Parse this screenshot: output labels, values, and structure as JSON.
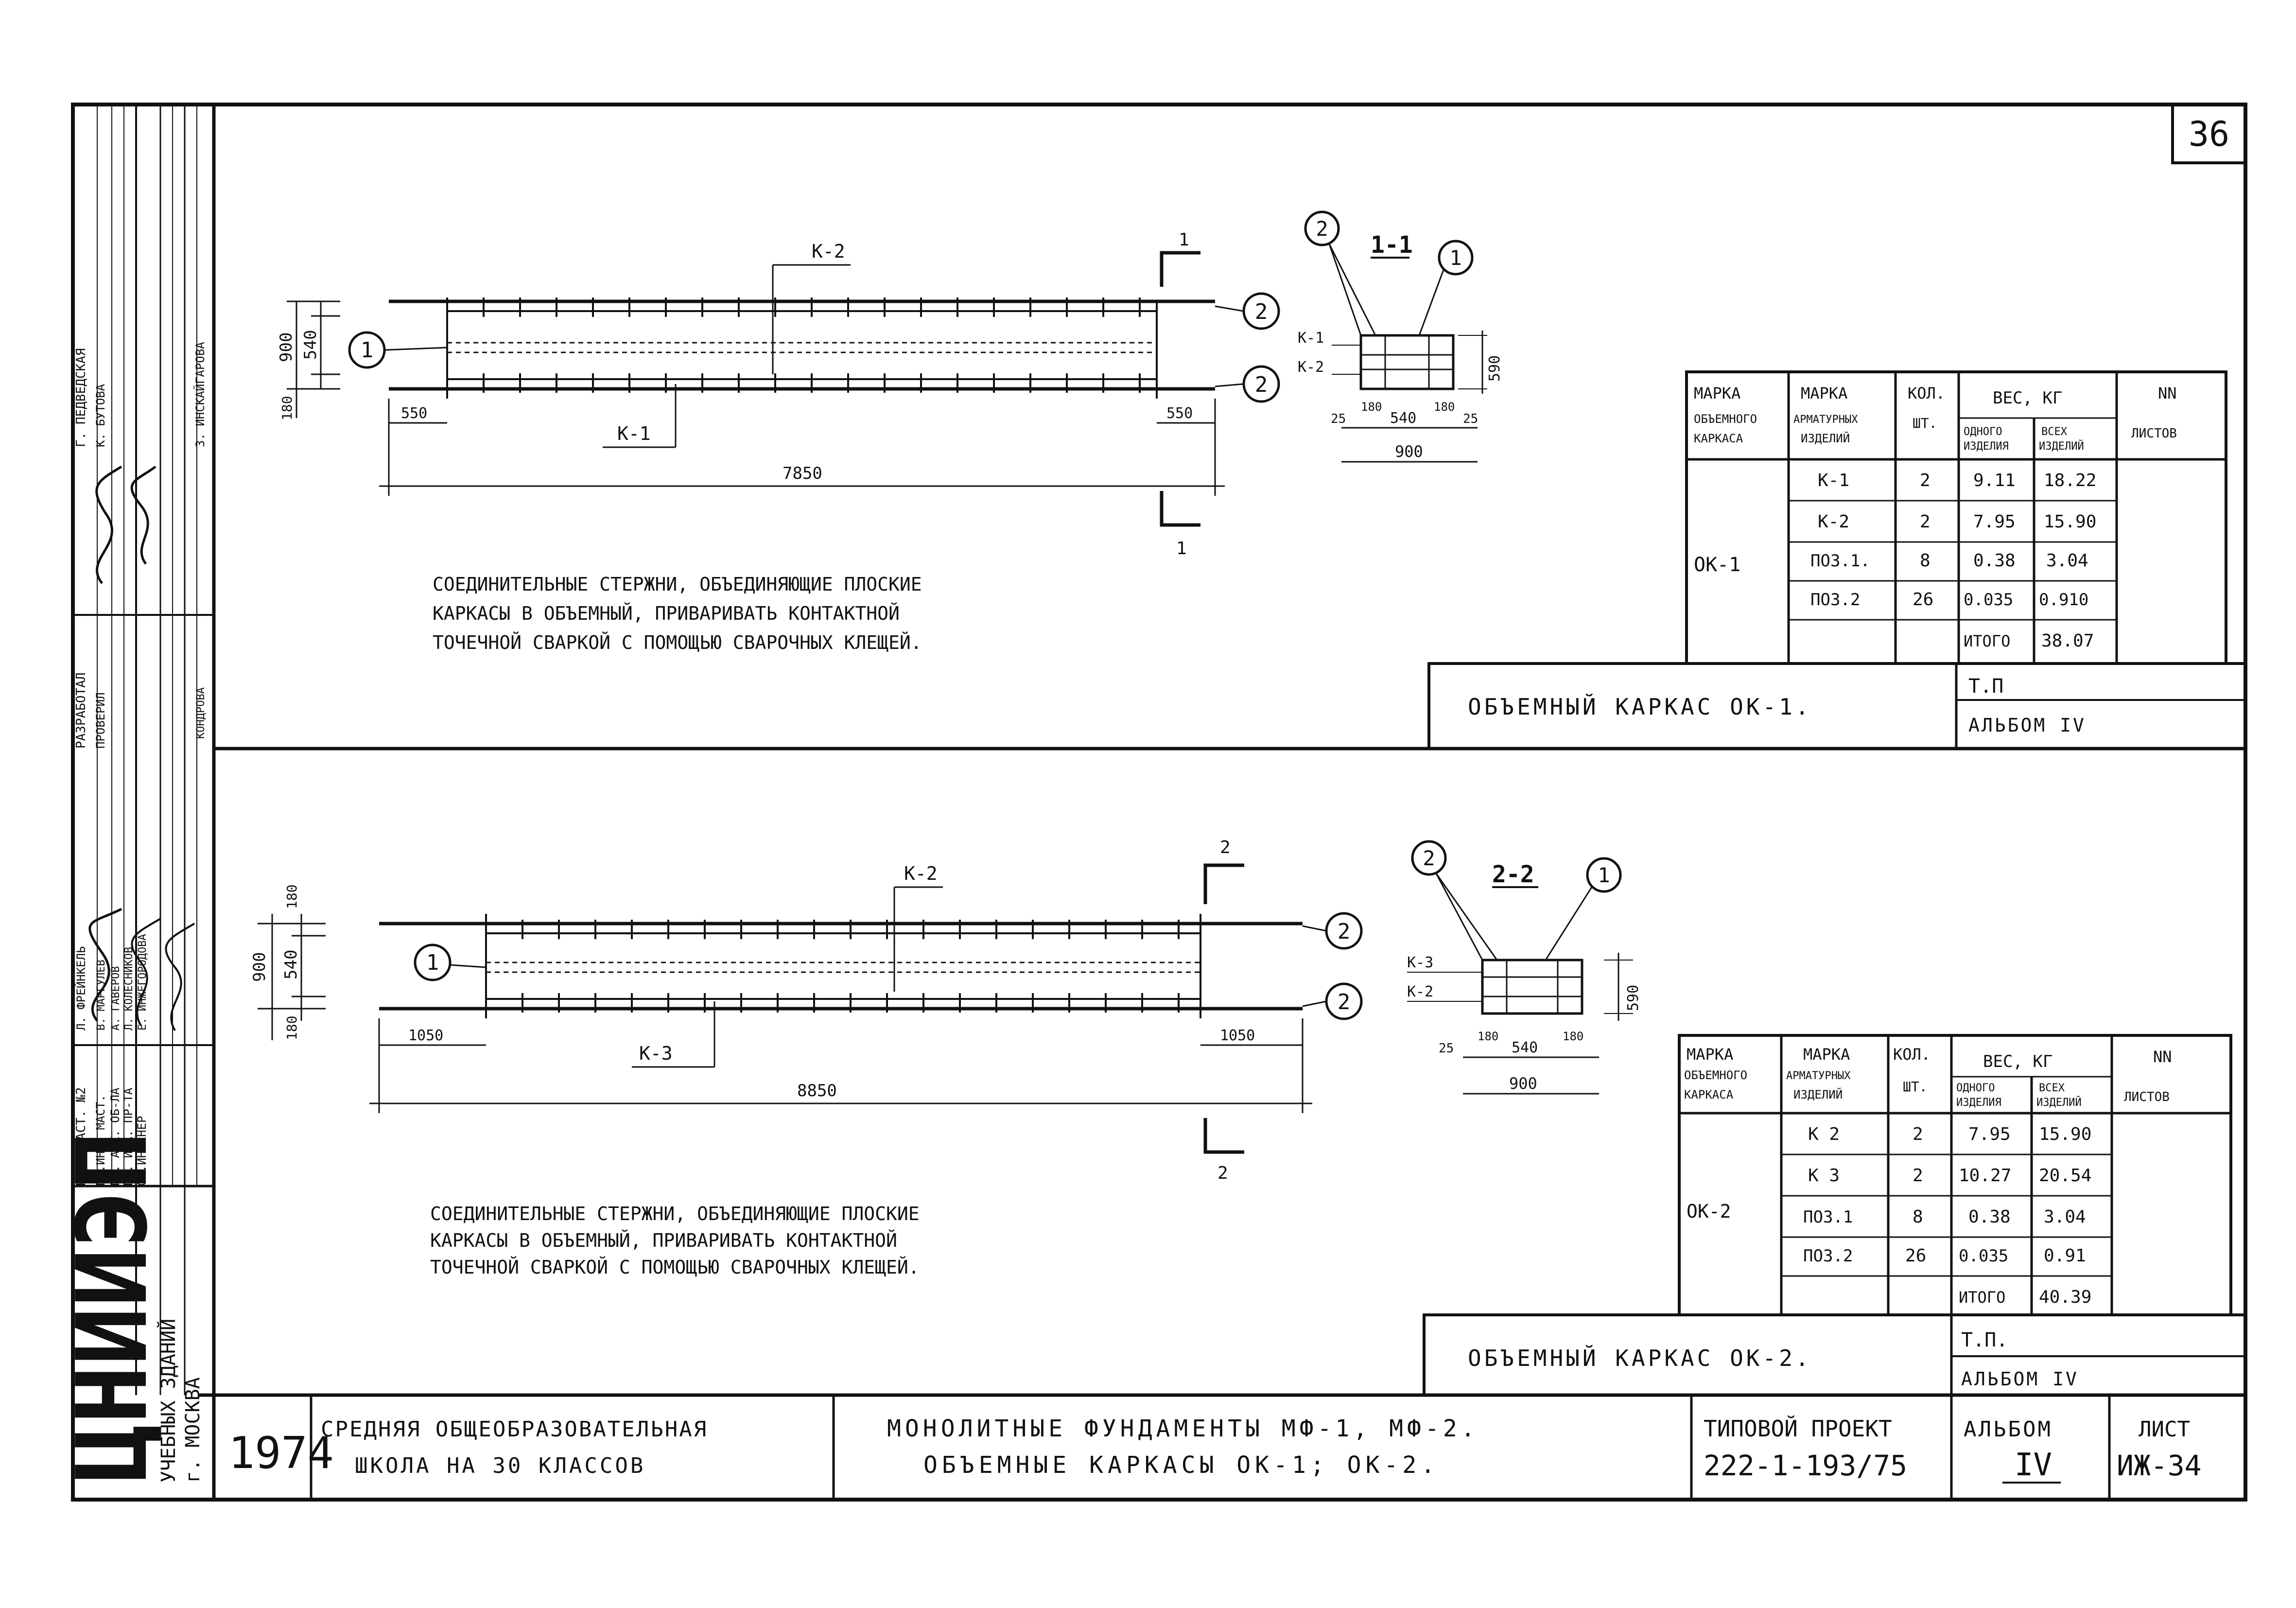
{
  "sheet": {
    "corner_number": "36",
    "stamp_roles": [
      "РУК. МАСТ. №2",
      "ГЛ.ИНЖ. МАСТ.",
      "ГЛ. АРХ. ОБ-ЛА",
      "ГЛ. ИНЖ. ПР-ТА",
      "СТ.ИНЖЕНЕР",
      "РАЗРАБОТАЛ",
      "ПРОВЕРИЛ"
    ],
    "stamp_names_top": [
      "Г. ПЕДВЕДСКАЯ",
      "К. БУТОВА",
      "З. ИНСКАЙГАРОВА"
    ],
    "stamp_names": [
      "Л. ФРЕЙНКЕЛЬ",
      "В. МАРГУЛЕВ",
      "А. ГАВЕРОВ",
      "Л. КОЛЕСНИКОВ",
      "Е. ИНЖЕГОРОДОВА",
      "КОНДРОВА"
    ],
    "org_name": "ЦНИИЭП",
    "org_sub1": "УЧЕБНЫХ ЗДАНИЙ",
    "org_sub2": "г. МОСКВА"
  },
  "title_block": {
    "year": "1974",
    "school_line1": "СРЕДНЯЯ ОБЩЕОБРАЗОВАТЕЛЬНАЯ",
    "school_line2": "ШКОЛА НА 30 КЛАССОВ",
    "title_line1": "МОНОЛИТНЫЕ ФУНДАМЕНТЫ МФ-1, МФ-2.",
    "title_line2": "ОБЪЕМНЫЕ КАРКАСЫ ОК-1; ОК-2.",
    "project_label": "ТИПОВОЙ ПРОЕКТ",
    "project_number": "222-1-193/75",
    "album_label": "АЛЬБОМ",
    "album_value": "IV",
    "sheet_label": "ЛИСТ",
    "sheet_value": "ИЖ-34"
  },
  "ok1": {
    "frame_top": "К-2",
    "frame_bottom": "К-1",
    "callout_1": "1",
    "callout_2": "2",
    "dim_900": "900",
    "dim_540": "540",
    "dim_180": "180",
    "dim_end": "550",
    "dim_total": "7850",
    "section_mark": "1",
    "section_title": "1-1",
    "sec_k1": "К-1",
    "sec_k2": "К-2",
    "sec_dims": [
      "25",
      "180",
      "540",
      "180",
      "25"
    ],
    "sec_width": "900",
    "sec_height": "590",
    "note_line1": "СОЕДИНИТЕЛЬНЫЕ СТЕРЖНИ, ОБЪЕДИНЯЮЩИЕ ПЛОСКИЕ",
    "note_line2": "КАРКАСЫ В ОБЪЕМНЫЙ, ПРИВАРИВАТЬ КОНТАКТНОЙ",
    "note_line3": "ТОЧЕЧНОЙ СВАРКОЙ С ПОМОЩЬЮ СВАРОЧНЫХ КЛЕЩЕЙ.",
    "caption": "ОБЪЕМНЫЙ КАРКАС ОК-1.",
    "tp_label": "Т.П",
    "album_text": "АЛЬБОМ IV"
  },
  "ok2": {
    "frame_top": "К-2",
    "frame_bottom": "К-3",
    "callout_1": "1",
    "callout_2": "2",
    "dim_900": "900",
    "dim_540": "540",
    "dim_180": "180",
    "dim_end": "1050",
    "dim_total": "8850",
    "section_mark": "2",
    "section_title": "2-2",
    "sec_k3": "К-3",
    "sec_k2": "К-2",
    "sec_dims": [
      "25",
      "180",
      "540",
      "180"
    ],
    "sec_width": "900",
    "sec_height": "590",
    "note_line1": "СОЕДИНИТЕЛЬНЫЕ СТЕРЖНИ, ОБЪЕДИНЯЮЩИЕ ПЛОСКИЕ",
    "note_line2": "КАРКАСЫ В ОБЪЕМНЫЙ, ПРИВАРИВАТЬ КОНТАКТНОЙ",
    "note_line3": "ТОЧЕЧНОЙ СВАРКОЙ С ПОМОЩЬЮ СВАРОЧНЫХ КЛЕЩЕЙ.",
    "caption": "ОБЪЕМНЫЙ КАРКАС ОК-2.",
    "tp_label": "Т.П.",
    "album_text": "АЛЬБОМ IV"
  },
  "spec_headers": {
    "h_mark_a": "МАРКА",
    "h_mark_a2": "ОБЪЕМНОГО",
    "h_mark_a3": "КАРКАСА",
    "h_mark_b": "МАРКА",
    "h_mark_b2": "АРМАТУРНЫХ",
    "h_mark_b3": "ИЗДЕЛИЙ",
    "h_qty": "КОЛ.",
    "h_qty2": "ШТ.",
    "h_weight": "ВЕС, КГ",
    "h_one": "ОДНОГО",
    "h_one2": "ИЗДЕЛИЯ",
    "h_all": "ВСЕХ",
    "h_all2": "ИЗДЕЛИЙ",
    "h_nn": "NN",
    "h_sheets": "ЛИСТОВ"
  },
  "spec1": {
    "frame": "ОК-1",
    "rows": [
      {
        "item": "К-1",
        "qty": "2",
        "one": "9.11",
        "all": "18.22"
      },
      {
        "item": "К-2",
        "qty": "2",
        "one": "7.95",
        "all": "15.90"
      },
      {
        "item": "ПОЗ.1.",
        "qty": "8",
        "one": "0.38",
        "all": "3.04"
      },
      {
        "item": "ПОЗ.2",
        "qty": "26",
        "one": "0.035",
        "all": "0.910"
      }
    ],
    "total_label": "ИТОГО",
    "total": "38.07"
  },
  "spec2": {
    "frame": "ОК-2",
    "rows": [
      {
        "item": "К 2",
        "qty": "2",
        "one": "7.95",
        "all": "15.90"
      },
      {
        "item": "К 3",
        "qty": "2",
        "one": "10.27",
        "all": "20.54"
      },
      {
        "item": "ПОЗ.1",
        "qty": "8",
        "one": "0.38",
        "all": "3.04"
      },
      {
        "item": "ПОЗ.2",
        "qty": "26",
        "one": "0.035",
        "all": "0.91"
      }
    ],
    "total_label": "ИТОГО",
    "total": "40.39"
  }
}
